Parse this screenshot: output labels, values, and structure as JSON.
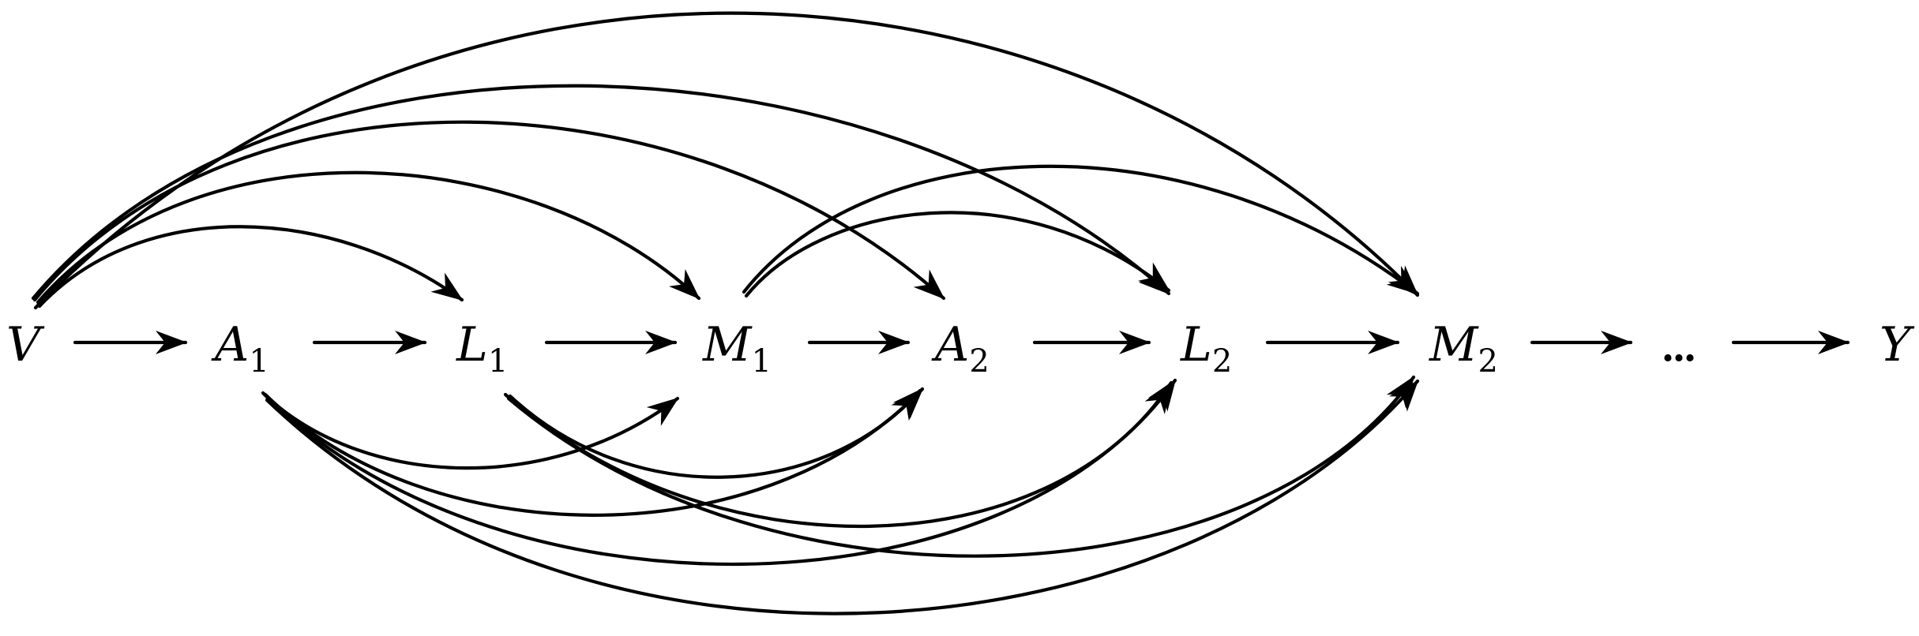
{
  "diagram": {
    "nodes": [
      {
        "id": "V",
        "label": "V",
        "sub": ""
      },
      {
        "id": "A1",
        "label": "A",
        "sub": "1"
      },
      {
        "id": "L1",
        "label": "L",
        "sub": "1"
      },
      {
        "id": "M1",
        "label": "M",
        "sub": "1"
      },
      {
        "id": "A2",
        "label": "A",
        "sub": "2"
      },
      {
        "id": "L2",
        "label": "L",
        "sub": "2"
      },
      {
        "id": "M2",
        "label": "M",
        "sub": "2"
      },
      {
        "id": "dots",
        "label": "...",
        "sub": ""
      },
      {
        "id": "Y",
        "label": "Y",
        "sub": ""
      }
    ],
    "edges": [
      {
        "from": "V",
        "to": "A1"
      },
      {
        "from": "A1",
        "to": "L1"
      },
      {
        "from": "L1",
        "to": "M1"
      },
      {
        "from": "M1",
        "to": "A2"
      },
      {
        "from": "A2",
        "to": "L2"
      },
      {
        "from": "L2",
        "to": "M2"
      },
      {
        "from": "M2",
        "to": "dots"
      },
      {
        "from": "dots",
        "to": "Y"
      },
      {
        "from": "V",
        "to": "L1"
      },
      {
        "from": "V",
        "to": "M1"
      },
      {
        "from": "V",
        "to": "A2"
      },
      {
        "from": "V",
        "to": "L2"
      },
      {
        "from": "V",
        "to": "M2"
      },
      {
        "from": "M1",
        "to": "L2"
      },
      {
        "from": "M1",
        "to": "M2"
      },
      {
        "from": "A1",
        "to": "M1"
      },
      {
        "from": "A1",
        "to": "A2"
      },
      {
        "from": "A1",
        "to": "L2"
      },
      {
        "from": "A1",
        "to": "M2"
      },
      {
        "from": "L1",
        "to": "A2"
      },
      {
        "from": "L1",
        "to": "L2"
      },
      {
        "from": "L1",
        "to": "M2"
      }
    ]
  }
}
